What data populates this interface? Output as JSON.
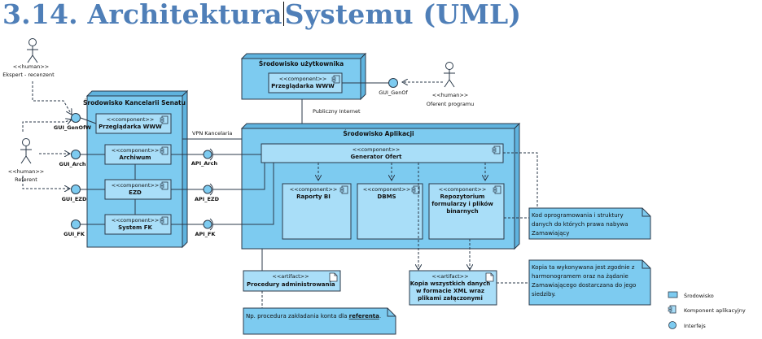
{
  "page": {
    "title_part1": "3.14. Architektura",
    "title_part2": "Systemu (UML)"
  },
  "colors": {
    "title": "#4f7fb8",
    "node_fill": "#7dcbf0",
    "component_fill": "#a9def8",
    "note_fill": "#7dcbf0",
    "stroke": "#2b3a4a"
  },
  "actors": {
    "ekspert": {
      "stereotype": "<<human>>",
      "name": "Ekspert - recenzent"
    },
    "referent": {
      "stereotype": "<<human>>",
      "name": "Referent"
    },
    "oferent": {
      "stereotype": "<<human>>",
      "name": "Oferent programu"
    }
  },
  "nodes": {
    "uzytkownika": {
      "title": "Środowisko  użytkownika"
    },
    "kancelarii": {
      "title": "Środowisko Kancelarii Senatu"
    },
    "aplikacji": {
      "title": "Środowisko Aplikacji"
    }
  },
  "stereotypes": {
    "component": "<<component>>",
    "artifact": "<<artifact>>"
  },
  "components": {
    "przegladarka_user": "Przeglądarka WWW",
    "przegladarka_senat": "Przeglądarka WWW",
    "archiwum": "Archiwum",
    "ezd": "EZD",
    "system_fk": "System FK",
    "generator": "Generator Ofert",
    "raporty": "Raporty BI",
    "dbms": "DBMS",
    "repozytorium": [
      "Repozytorium",
      "formularzy i plików",
      "binarnych"
    ]
  },
  "interfaces": {
    "gui_genof_user": "GUI_GenOf",
    "gui_genofw": "GUI_GenOfW",
    "gui_arch": "GUI_Arch",
    "gui_ezd": "GUI_EZD",
    "gui_fk": "GUI_FK",
    "api_arch": "API_Arch",
    "api_ezd": "API_EZD",
    "api_fk": "API_FK"
  },
  "connection_labels": {
    "publiczny": "Publiczny Internet",
    "vpn": "VPN Kancelaria"
  },
  "artifacts": {
    "procedury": "Procedury administrowania",
    "kopia": [
      "Kopia wszystkich danych",
      "w formacie XML wraz",
      "plikami załączonymi"
    ]
  },
  "notes": {
    "kod": [
      "Kod oprogramowania i struktury",
      "danych do których prawa nabywa",
      "Zamawiający"
    ],
    "kopia_zgodna": [
      "Kopia ta wykonywana jest zgodnie z",
      "harmonogramem oraz na żądanie",
      "Zamawiającego dostarczana do jego",
      "siedziby."
    ],
    "procedura_prefix": "Np. procedura zakładania konta dla ",
    "procedura_link": "referenta",
    "procedura_suffix": "."
  },
  "legend": [
    {
      "icon": "node",
      "label": "Środowisko"
    },
    {
      "icon": "component",
      "label": "Komponent aplikacyjny"
    },
    {
      "icon": "interface",
      "label": "Interfejs"
    }
  ]
}
